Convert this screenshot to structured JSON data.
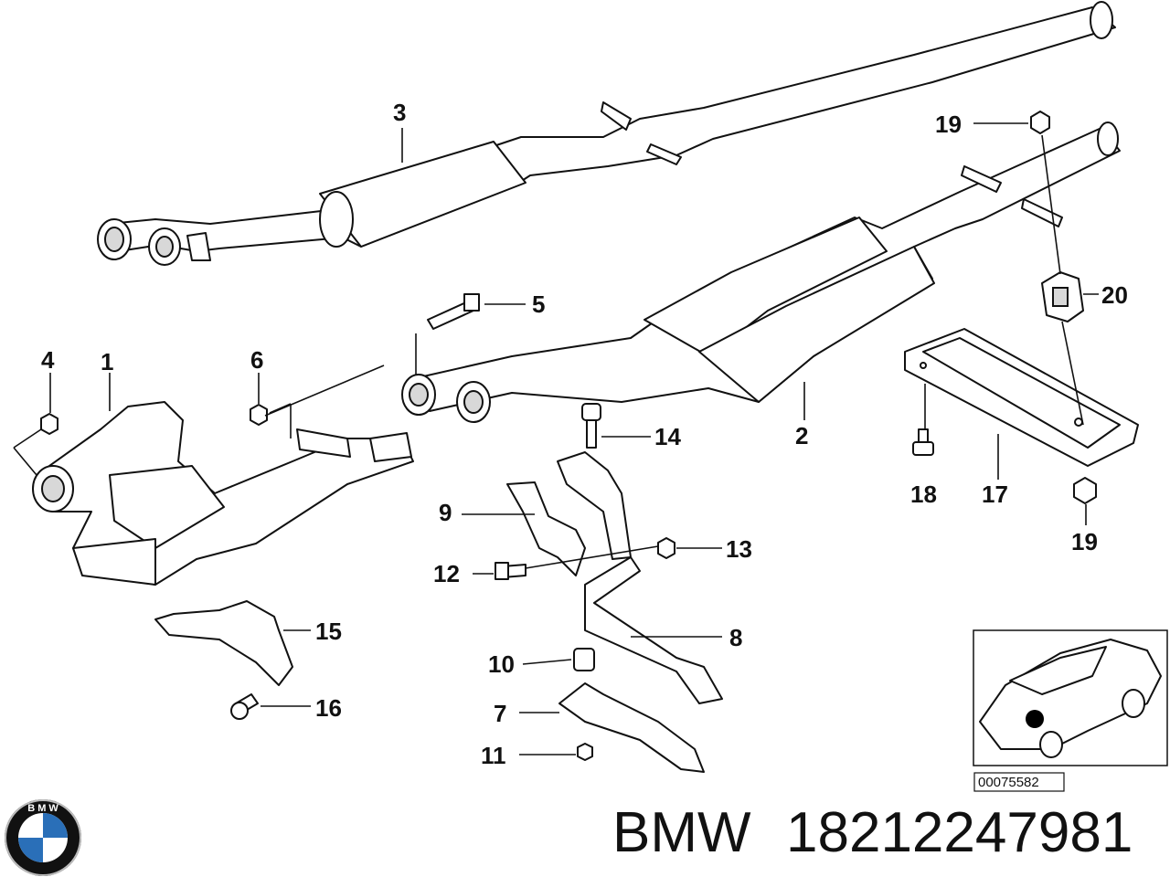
{
  "diagram": {
    "callouts": [
      {
        "id": "c1",
        "label": "1"
      },
      {
        "id": "c2",
        "label": "2"
      },
      {
        "id": "c3",
        "label": "3"
      },
      {
        "id": "c4",
        "label": "4"
      },
      {
        "id": "c5",
        "label": "5"
      },
      {
        "id": "c6",
        "label": "6"
      },
      {
        "id": "c7",
        "label": "7"
      },
      {
        "id": "c8",
        "label": "8"
      },
      {
        "id": "c9",
        "label": "9"
      },
      {
        "id": "c10",
        "label": "10"
      },
      {
        "id": "c11",
        "label": "11"
      },
      {
        "id": "c12",
        "label": "12"
      },
      {
        "id": "c13",
        "label": "13"
      },
      {
        "id": "c14",
        "label": "14"
      },
      {
        "id": "c15",
        "label": "15"
      },
      {
        "id": "c16",
        "label": "16"
      },
      {
        "id": "c17",
        "label": "17"
      },
      {
        "id": "c18",
        "label": "18"
      },
      {
        "id": "c19a",
        "label": "19"
      },
      {
        "id": "c19b",
        "label": "19"
      },
      {
        "id": "c20",
        "label": "20"
      }
    ],
    "inset_code": "00075582"
  },
  "footer": {
    "brand": "BMW",
    "part_number": "18212247981",
    "logo_letters": "B M W"
  }
}
